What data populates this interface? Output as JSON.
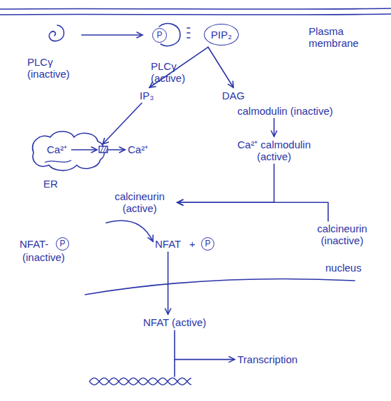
{
  "diagram": {
    "nodes": [
      {
        "text": [
          "PLCγ (inactive)"
        ]
      },
      {
        "text": [
          "P",
          "PLCγ (active)"
        ]
      },
      {
        "text": [
          "PIP₂"
        ]
      },
      {
        "text": [
          "IP₃"
        ]
      },
      {
        "text": [
          "DAG"
        ]
      },
      {
        "text": [
          "Ca²⁺",
          "ER"
        ]
      },
      {
        "text": [
          "Ca²⁺"
        ]
      },
      {
        "text": [
          "calmodulin (inactive)"
        ]
      },
      {
        "text": [
          "Ca²⁺ calmodulin (active)"
        ]
      },
      {
        "text": [
          "calcineurin (inactive)"
        ]
      },
      {
        "text": [
          "calcineurin (active)"
        ]
      },
      {
        "text": [
          "NFAT-",
          "(inactive)"
        ]
      },
      {
        "text": [
          "P"
        ],
        "in": 11
      },
      {
        "text": [
          "NFAT"
        ]
      },
      {
        "text": [
          "P"
        ]
      },
      {
        "text": [
          "NFAT (active)"
        ]
      },
      {
        "text": [
          "Transcription"
        ]
      }
    ],
    "edges": [
      {
        "from": 0,
        "to": 1,
        "arrow": "to"
      },
      {
        "from": 2,
        "to": 3,
        "arrow": "to"
      },
      {
        "from": 2,
        "to": 4,
        "arrow": "to"
      },
      {
        "from": 3,
        "to": 5,
        "arrow": "to"
      },
      {
        "from": 5,
        "to": 6,
        "arrow": "to"
      },
      {
        "from": 7,
        "to": 8,
        "arrow": "to"
      },
      {
        "from": 8,
        "to": 10,
        "arrow": "to"
      },
      {
        "from": 9,
        "to": 10,
        "arrow": "to"
      },
      {
        "from": 10,
        "to": 13,
        "arrow": "to"
      },
      {
        "from": 13,
        "to": 15,
        "arrow": "to"
      },
      {
        "from": 15,
        "to": 16,
        "arrow": "to"
      }
    ],
    "labels": [
      "Plasma membrane",
      "+",
      "nucleus"
    ]
  }
}
